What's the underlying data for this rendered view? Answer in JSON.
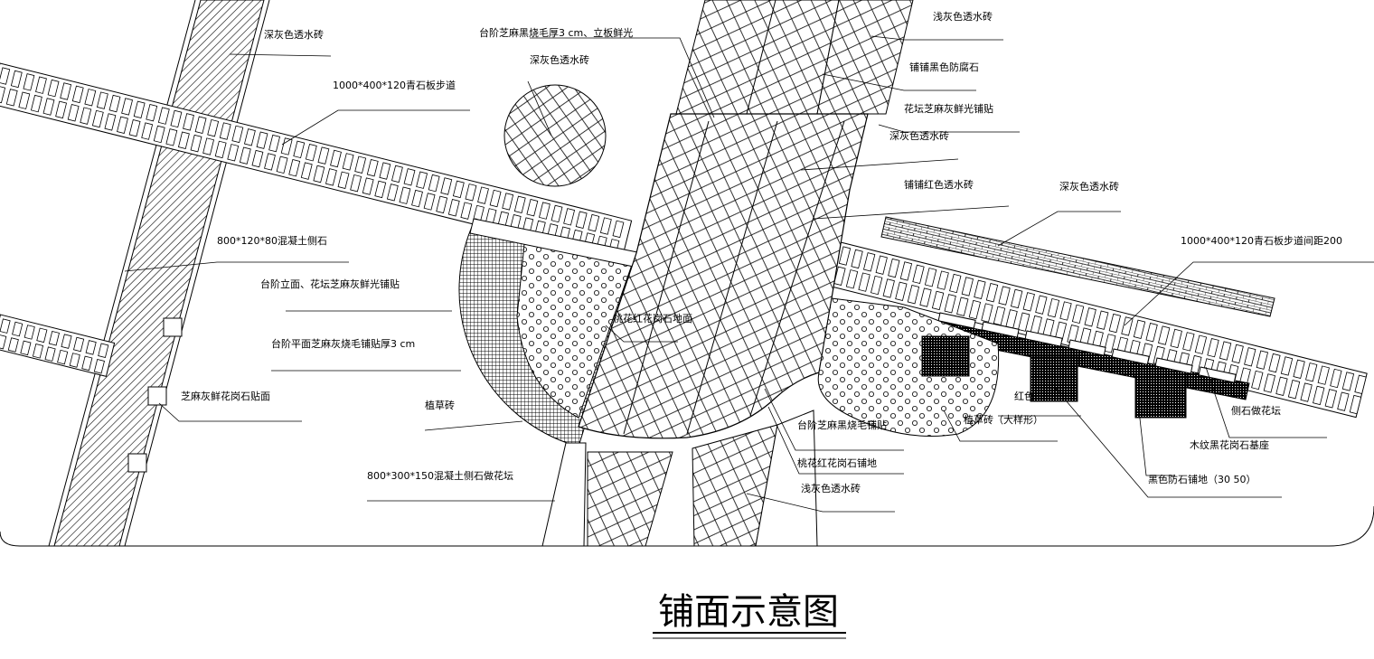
{
  "title": "铺面示意图",
  "labels": {
    "top_left_gray": "深灰色透水砖",
    "top_step": "台阶芝麻黑烧毛厚3 cm、立板鲜光",
    "top_circle": "深灰色透水砖",
    "bluestone_path": "1000*400*120青石板步道",
    "curb_left": "800*120*80混凝土侧石",
    "step_riser": "台阶立面、花坛芝麻灰鲜光铺贴",
    "step_tread": "台阶平面芝麻灰烧毛铺贴厚3 cm",
    "sesame_gray_granite": "芝麻灰鲜花岗石贴面",
    "grass_brick_left": "植草砖",
    "bed_curb_bottom": "800*300*150混凝土侧石做花坛",
    "peach_center": "桃花红花岗石地面",
    "light_gray_top": "浅灰色透水砖",
    "dark_granite_curb": "铺铺黑色防腐石",
    "bed_edge_polish": "花坛芝麻灰鲜光铺贴",
    "dark_gray_right1": "深灰色透水砖",
    "iron_red_brick": "铺铺红色透水砖",
    "dark_gray_right2": "深灰色透水砖",
    "bluestone_path_gap": "1000*400*120青石板步道间距200",
    "step_black_edge": "台阶芝麻黑烧毛铺贴",
    "peach_paving": "桃花红花岗石铺地",
    "light_gray_bottom": "浅灰色透水砖",
    "grass_brick_oval": "植草砖（大样形）",
    "red_xx": "红色",
    "side_stone_bed": "侧石做花坛",
    "wood_grain_base": "木纹黑花岗石基座",
    "black_granite_paving": "黑色防石铺地（30 50）"
  },
  "colors": {
    "ink": "#000000",
    "paper": "#ffffff"
  }
}
